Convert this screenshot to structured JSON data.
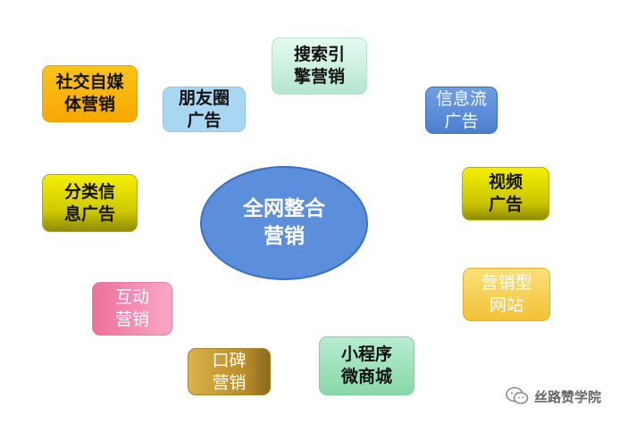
{
  "center": {
    "label": "全网整合\n营销"
  },
  "nodes": [
    {
      "id": "search-engine",
      "label": "搜索引\n擎营销",
      "color": "#c9efe0"
    },
    {
      "id": "social-media",
      "label": "社交自媒\n体营销",
      "color": "#fdbd00"
    },
    {
      "id": "moments-ads",
      "label": "朋友圈\n广告",
      "color": "#a9d6f0"
    },
    {
      "id": "feed-ads",
      "label": "信息流\n广告",
      "color": "#5b8fdc"
    },
    {
      "id": "video-ads",
      "label": "视频\n广告",
      "color": "#ece800"
    },
    {
      "id": "classified-ads",
      "label": "分类信\n息广告",
      "color": "#ece800"
    },
    {
      "id": "marketing-site",
      "label": "营销型\n网站",
      "color": "#f7ce57"
    },
    {
      "id": "interactive-marketing",
      "label": "互动\n营销",
      "color": "#f37fa5"
    },
    {
      "id": "miniprogram-mall",
      "label": "小程序\n微商城",
      "color": "#9ce0b8"
    },
    {
      "id": "word-of-mouth",
      "label": "口碑\n营销",
      "color": "#c8a03a"
    }
  ],
  "watermark": {
    "text": "丝路赞学院",
    "icon": "wechat-icon"
  }
}
